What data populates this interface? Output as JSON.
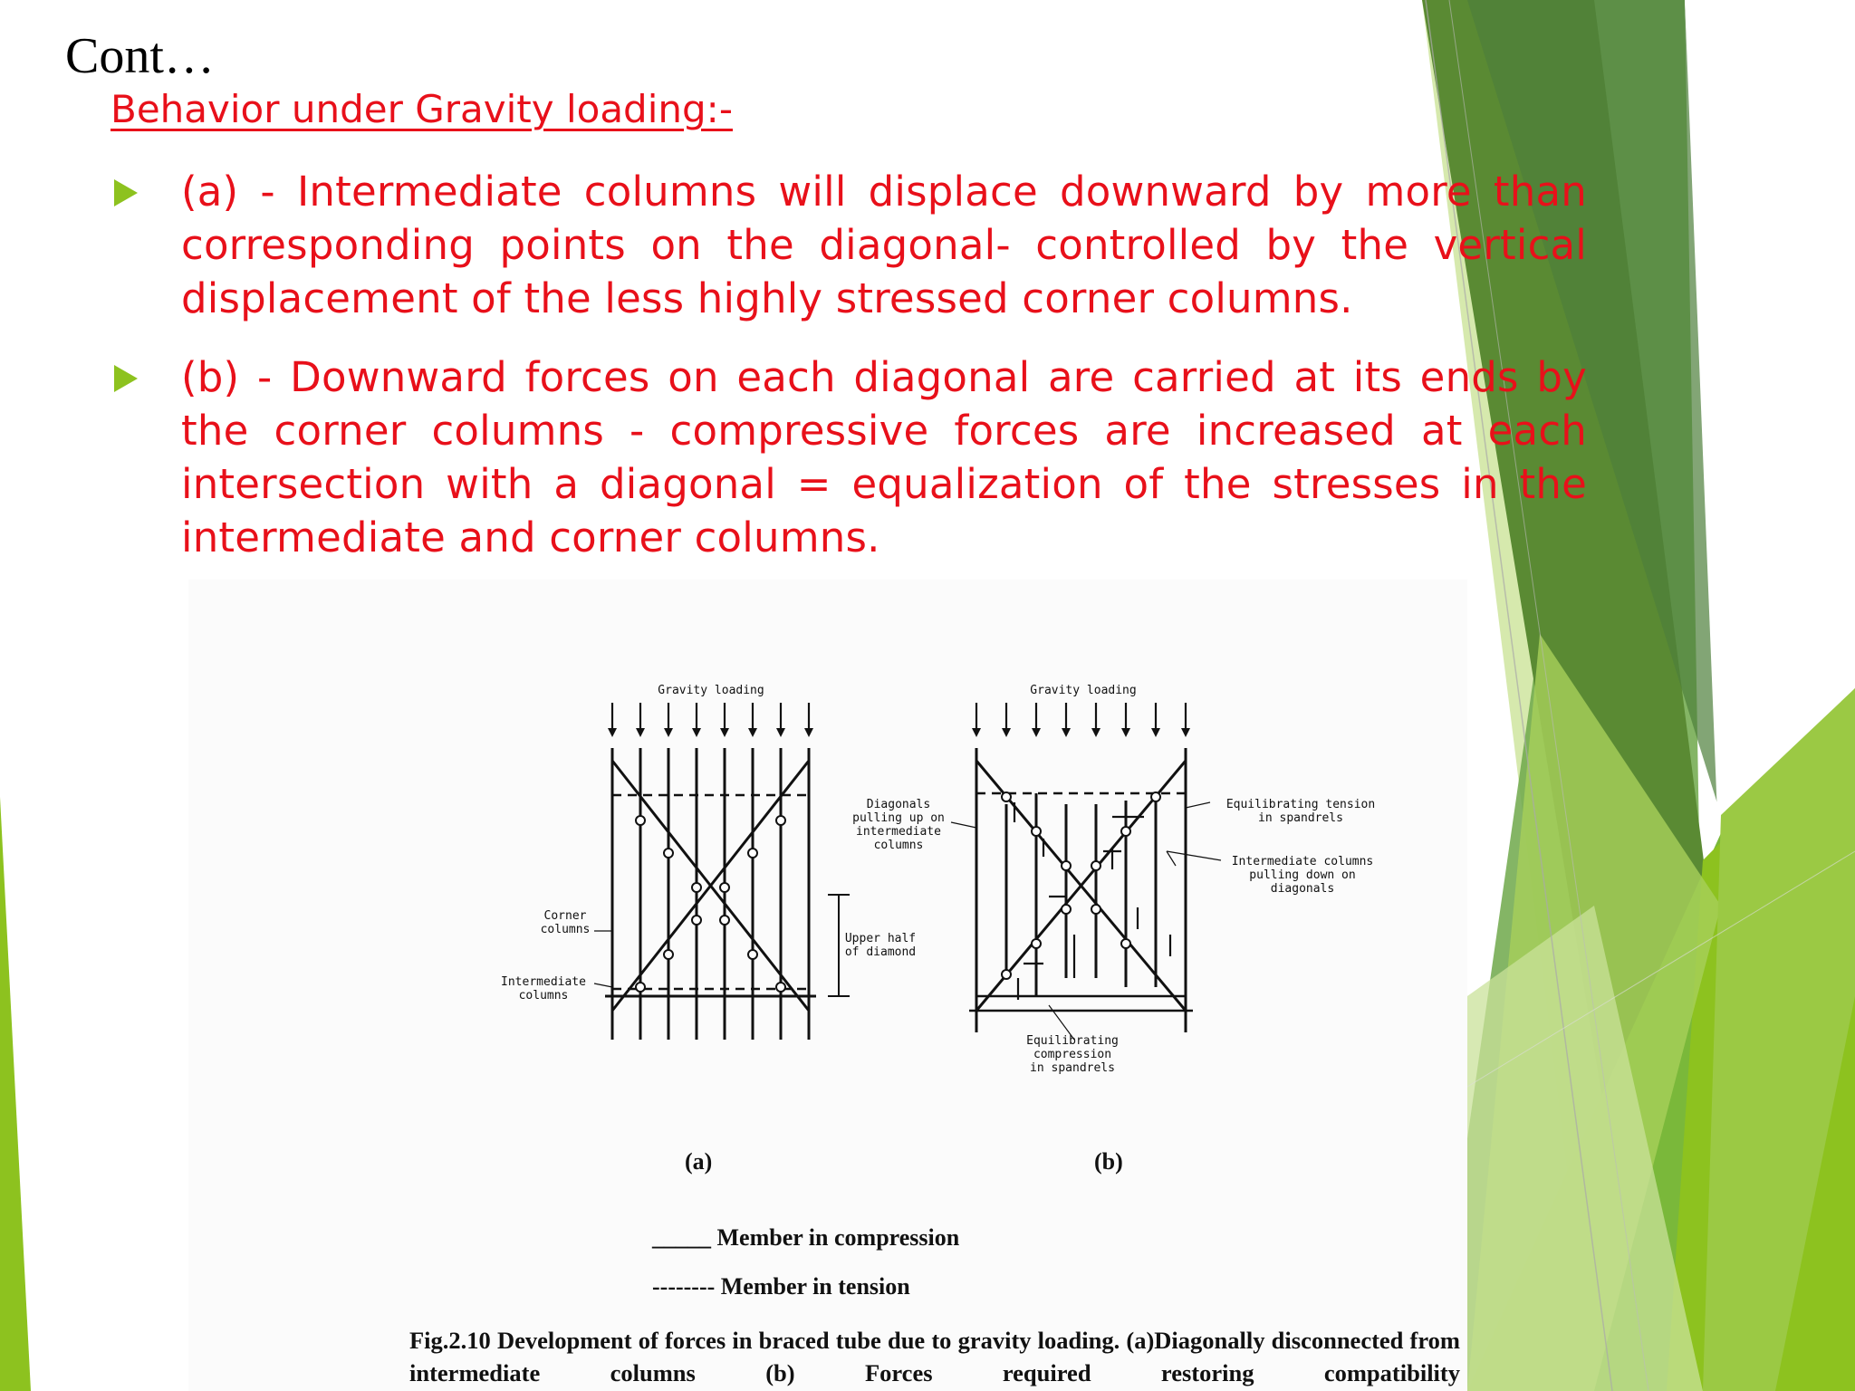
{
  "slide": {
    "cont_label": "Cont…",
    "heading": "Behavior under Gravity loading:-",
    "bullets": [
      "(a) - Intermediate columns will displace downward by more than corresponding points on the diagonal- controlled by the vertical displacement of the less highly stressed corner columns.",
      "(b)   - Downward forces on each diagonal are carried at its ends by the corner columns - compressive forces are increased at each intersection with a diagonal = equalization of the stresses in the intermediate and corner columns."
    ]
  },
  "figure": {
    "a": {
      "title": "Gravity loading",
      "label_diagonals": [
        "Diagonals",
        "pulling up on",
        "intermediate",
        "columns"
      ],
      "label_corner": [
        "Corner",
        "columns"
      ],
      "label_intermediate": [
        "Intermediate",
        "columns"
      ],
      "label_upper_half": [
        "Upper half",
        "of diamond"
      ],
      "sub_label": "(a)"
    },
    "b": {
      "title": "Gravity loading",
      "label_tension": [
        "Equilibrating tension",
        "in spandrels"
      ],
      "label_intermediate": [
        "Intermediate columns",
        "pulling down on",
        "diagonals"
      ],
      "label_compression": [
        "Equilibrating",
        "compression",
        "in spandrels"
      ],
      "sub_label": "(b)"
    },
    "legend": {
      "compression": "_____ Member in compression",
      "tension": "-------- Member in tension"
    },
    "caption": "Fig.2.10 Development of forces in braced tube due to gravity loading. (a)Diagonally disconnected from intermediate columns (b) Forces required restoring compatibility"
  },
  "colors": {
    "text_red": "#e8101a",
    "accent_green": "#8dc21f",
    "dark_green": "#5a8a33"
  }
}
